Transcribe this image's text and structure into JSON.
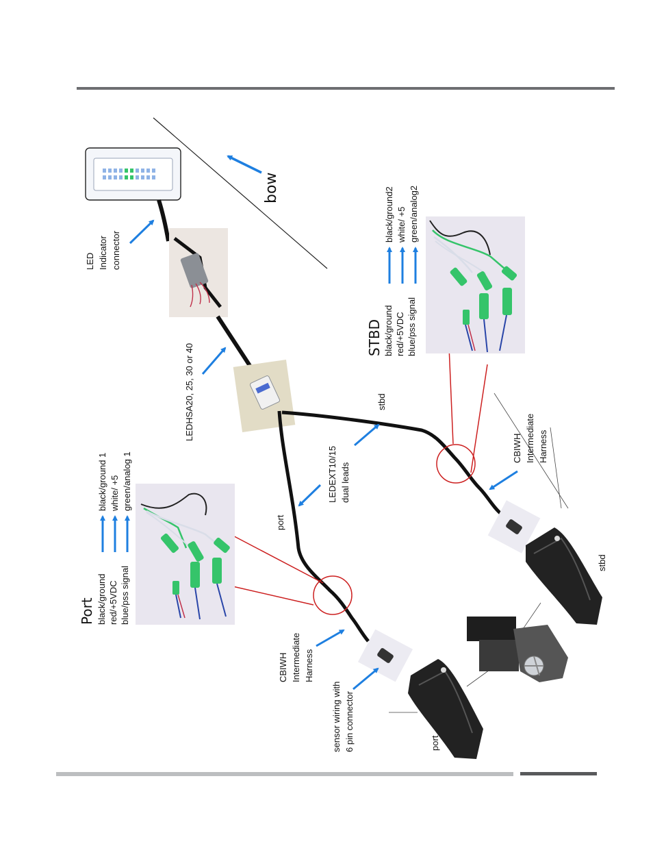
{
  "labels": {
    "bow": "bow",
    "led_indicator": [
      "LED",
      "Indicator",
      "connector"
    ],
    "main_harness": "LEDHSA20, 25, 30 or 40",
    "dual_leads": [
      "LEDEXT10/15",
      "dual leads"
    ],
    "port_lead": "port",
    "stbd_lead": "stbd",
    "port_intermediate": [
      "CBIWH",
      "Intermediate",
      "Harness"
    ],
    "stbd_intermediate": [
      "CBIWH",
      "Intermediate",
      "Harness"
    ],
    "sensor_wiring": [
      "sensor wiring with",
      "6 pin connector"
    ],
    "port_sensor": "port",
    "stbd_sensor": "stbd"
  },
  "port_block": {
    "title": "Port",
    "left_lines": [
      "black/ground",
      "red/+5VDC",
      "blue/pss signal"
    ],
    "right_lines": [
      "black/ground 1",
      "white/ +5",
      "green/analog 1"
    ]
  },
  "stbd_block": {
    "title": "STBD",
    "left_lines": [
      "black/ground",
      "red/+5VDC",
      "blue/pss signal"
    ],
    "right_lines": [
      "black/ground2",
      "white/ +5",
      "green/analog2"
    ]
  },
  "colors": {
    "arrow": "#1e7fe0",
    "cable": "#111111",
    "callout": "#cc1f1f",
    "header_rule": "#6d6e71",
    "footer_light": "#bcbec0",
    "footer_dark": "#58595b",
    "photo_bg": "#e9e6ef",
    "wire_green": "#35c46a",
    "wire_white": "#d9dde8",
    "wire_red": "#c0304a",
    "wire_blue": "#2945a8"
  }
}
